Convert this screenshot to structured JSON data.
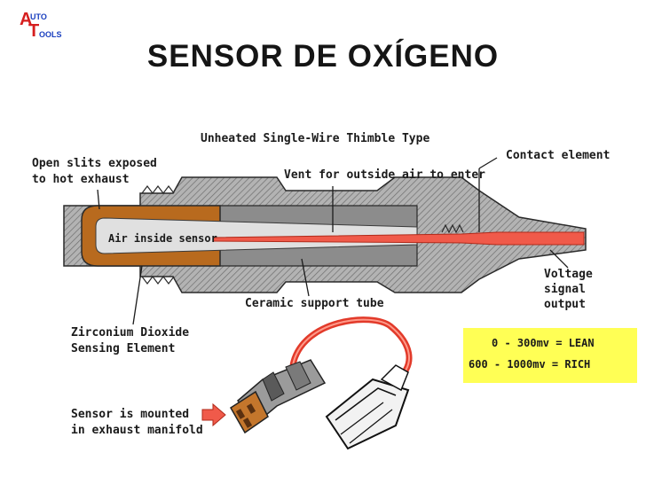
{
  "logo": {
    "letter_a": "A",
    "letter_t": "T",
    "uto": "UTO",
    "ools": "OOLS"
  },
  "title": "SENSOR DE OXÍGENO",
  "labels": {
    "type": "Unheated Single-Wire Thimble Type",
    "open_slits_1": "Open slits exposed",
    "open_slits_2": "to hot exhaust",
    "vent": "Vent for outside air to enter",
    "contact": "Contact element",
    "air_inside": "Air inside sensor",
    "voltage_1": "Voltage",
    "voltage_2": "signal",
    "voltage_3": "output",
    "ceramic": "Ceramic support tube",
    "zirconium_1": "Zirconium Dioxide",
    "zirconium_2": "Sensing Element",
    "mounted_1": "Sensor is mounted",
    "mounted_2": "in exhaust manifold"
  },
  "legend": {
    "lean": "0 - 300mv = LEAN",
    "rich": "600 - 1000mv = RICH",
    "background_color": "#ffff55"
  },
  "colors": {
    "zirconium": "#b86a1e",
    "ceramic": "#8c8c8c",
    "body": "#a8a8a8",
    "wire": "#f05a4a"
  }
}
